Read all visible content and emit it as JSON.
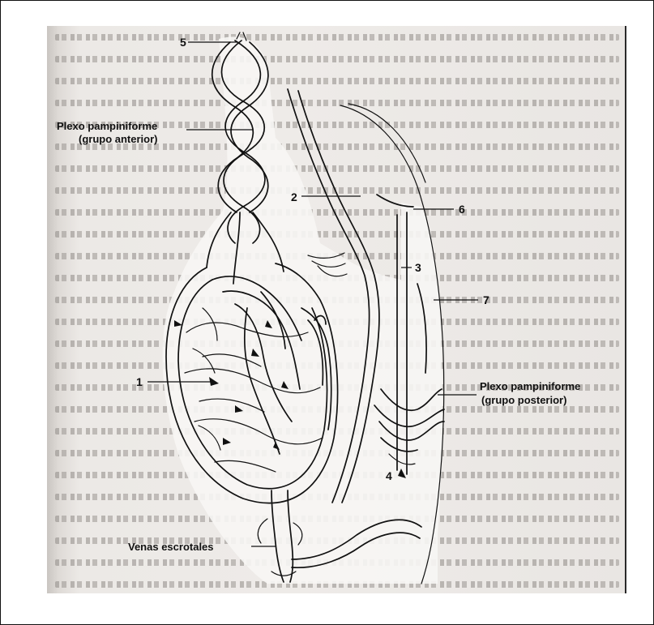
{
  "labels": {
    "n5": "5",
    "plexo_anterior_line1": "Plexo pampiniforme",
    "plexo_anterior_line2": "(grupo anterior)",
    "n2": "2",
    "n6": "6",
    "n3": "3",
    "n7": "7",
    "n1": "1",
    "plexo_posterior_line1": "Plexo pampiniforme",
    "plexo_posterior_line2": "(grupo posterior)",
    "n4": "4",
    "venas_escrotales": "Venas escrotales"
  }
}
